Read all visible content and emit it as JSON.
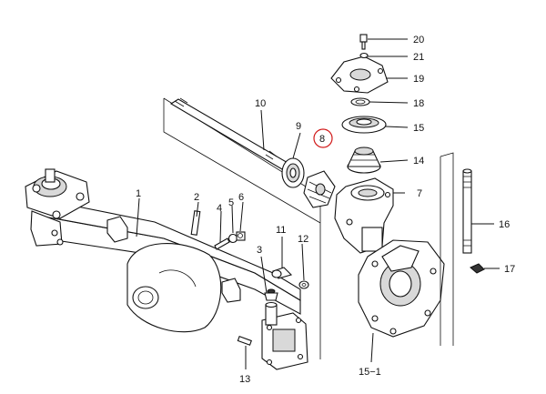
{
  "diagram": {
    "highlight_color": "#d11a1a",
    "line_color": "#111111",
    "callouts": [
      {
        "id": "c1",
        "text": "1"
      },
      {
        "id": "c2",
        "text": "2"
      },
      {
        "id": "c3",
        "text": "3"
      },
      {
        "id": "c4",
        "text": "4"
      },
      {
        "id": "c5",
        "text": "5"
      },
      {
        "id": "c6",
        "text": "6"
      },
      {
        "id": "c7",
        "text": "7"
      },
      {
        "id": "c8",
        "text": "8"
      },
      {
        "id": "c9",
        "text": "9"
      },
      {
        "id": "c10",
        "text": "10"
      },
      {
        "id": "c11",
        "text": "11"
      },
      {
        "id": "c12",
        "text": "12"
      },
      {
        "id": "c13",
        "text": "13"
      },
      {
        "id": "c14",
        "text": "14"
      },
      {
        "id": "c15",
        "text": "15"
      },
      {
        "id": "c151",
        "text": "15−1"
      },
      {
        "id": "c16",
        "text": "16"
      },
      {
        "id": "c17",
        "text": "17"
      },
      {
        "id": "c18",
        "text": "18"
      },
      {
        "id": "c19",
        "text": "19"
      },
      {
        "id": "c20",
        "text": "20"
      },
      {
        "id": "c21",
        "text": "21"
      }
    ]
  }
}
